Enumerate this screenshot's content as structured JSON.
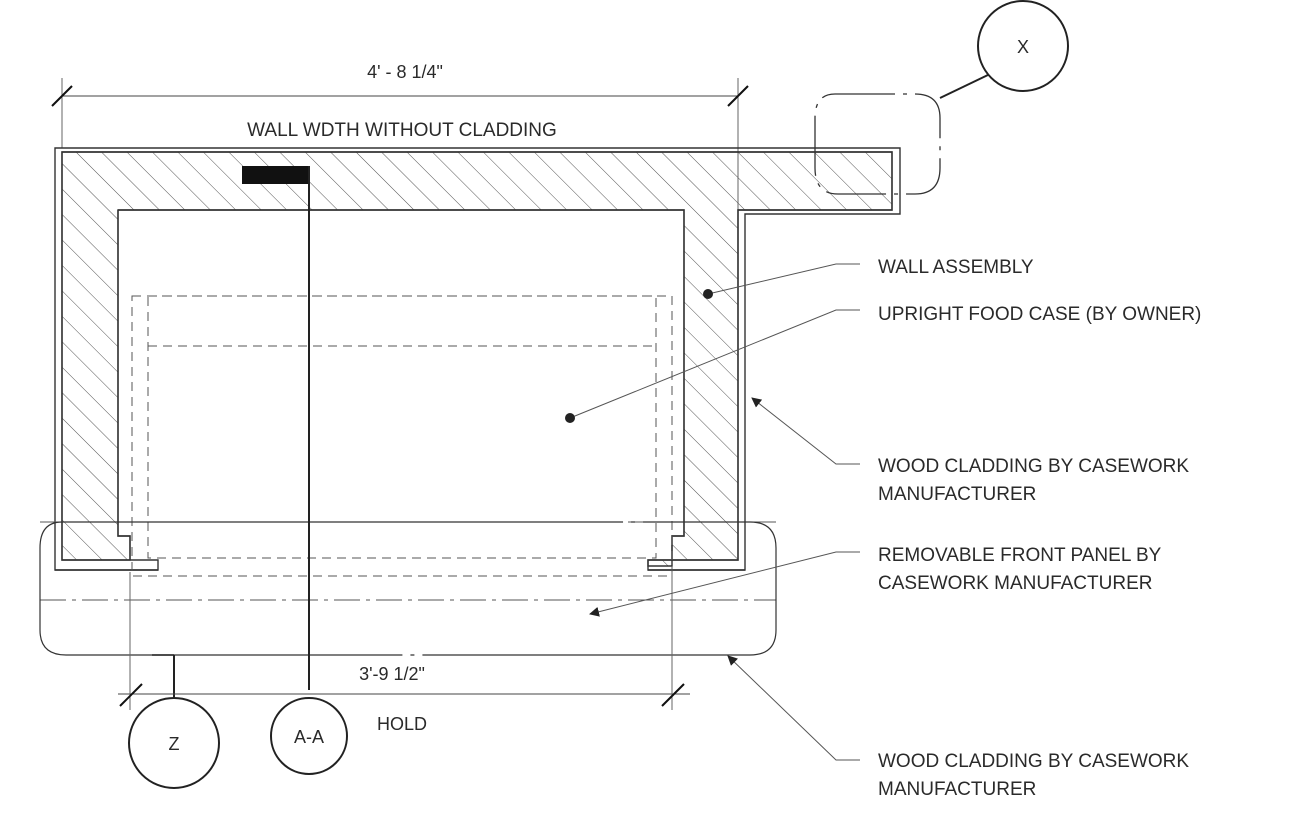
{
  "dimensions": {
    "overall_width": "4' - 8 1/4\"",
    "overall_caption": "WALL WDTH WITHOUT CLADDING",
    "inner_width": "3'-9 1/2\"",
    "hold_note": "HOLD"
  },
  "callouts": {
    "wall_assembly": "WALL ASSEMBLY",
    "food_case": "UPRIGHT FOOD CASE (BY OWNER)",
    "cladding_upper_line1": "WOOD CLADDING BY CASEWORK",
    "cladding_upper_line2": "MANUFACTURER",
    "front_panel_line1": "REMOVABLE FRONT PANEL BY",
    "front_panel_line2": "CASEWORK MANUFACTURER",
    "cladding_lower_line1": "WOOD CLADDING BY CASEWORK",
    "cladding_lower_line2": "MANUFACTURER"
  },
  "section_tags": {
    "detail_x": "X",
    "detail_z": "Z",
    "section_aa": "A-A"
  }
}
